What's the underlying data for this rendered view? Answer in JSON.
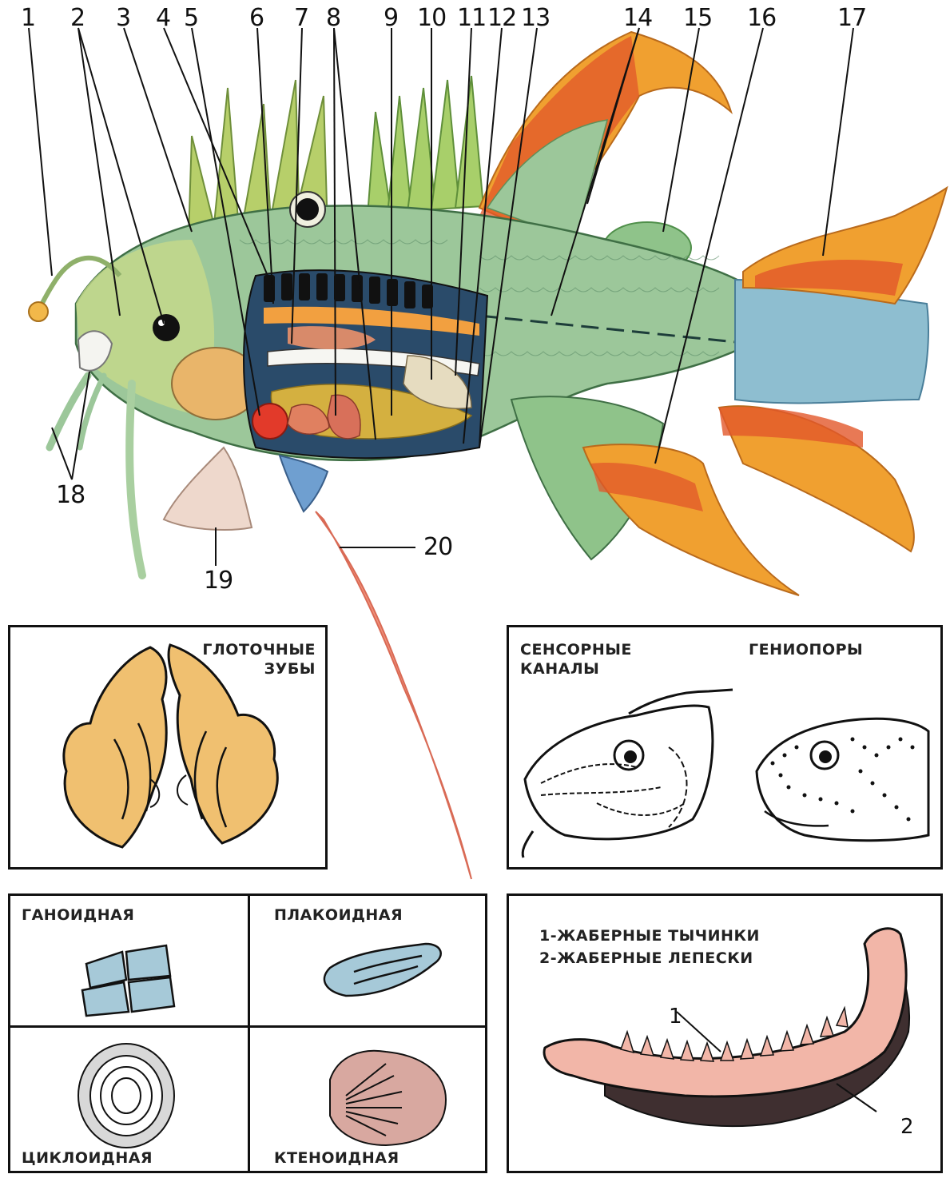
{
  "labels": {
    "n1": "1",
    "n2": "2",
    "n3": "3",
    "n4": "4",
    "n5": "5",
    "n6": "6",
    "n7": "7",
    "n8": "8",
    "n9": "9",
    "n10": "10",
    "n11": "11",
    "n12": "12",
    "n13": "13",
    "n14": "14",
    "n15": "15",
    "n16": "16",
    "n17": "17",
    "n18": "18",
    "n19": "19",
    "n20": "20"
  },
  "teeth_panel": {
    "caption_line1": "ГЛОТОЧНЫЕ",
    "caption_line2": "ЗУБЫ"
  },
  "sensory_panel": {
    "left_caption_line1": "СЕНСОРНЫЕ",
    "left_caption_line2": "КАНАЛЫ",
    "right_caption": "ГЕНИОПОРЫ"
  },
  "scales_panel": {
    "ganoid": "ГАНОИДНАЯ",
    "placoid": "ПЛАКОИДНАЯ",
    "cycloid": "ЦИКЛОИДНАЯ",
    "ctenoid": "КТЕНОИДНАЯ"
  },
  "gill_panel": {
    "legend_line1": "1-ЖАБЕРНЫЕ ТЫЧИНКИ",
    "legend_line2": "2-ЖАБЕРНЫЕ ЛЕПЕСКИ",
    "marker1": "1",
    "marker2": "2"
  },
  "colors": {
    "body_green": "#9cc79a",
    "fin_orange": "#f0a030",
    "fin_red": "#e2572a",
    "tail_blue": "#8ebed0",
    "teeth_yellow": "#f0c070",
    "gill_pink": "#f2b6a8",
    "outline": "#111111"
  }
}
